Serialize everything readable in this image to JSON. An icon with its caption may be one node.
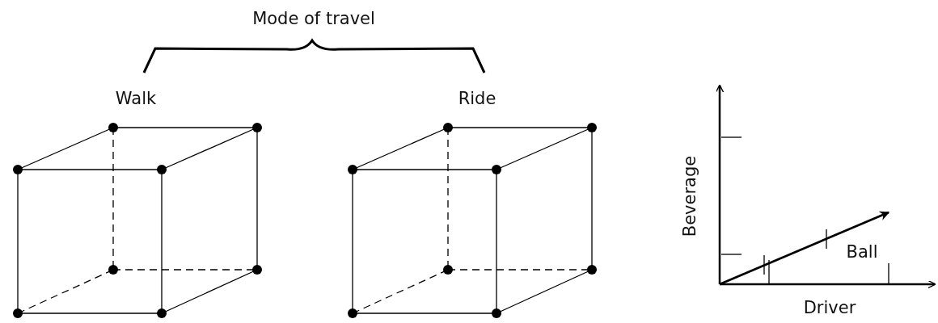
{
  "diagram": {
    "labels": [
      "Mode of travel",
      "Walk",
      "Ride",
      "Beverage",
      "Ball",
      "Driver"
    ]
  }
}
